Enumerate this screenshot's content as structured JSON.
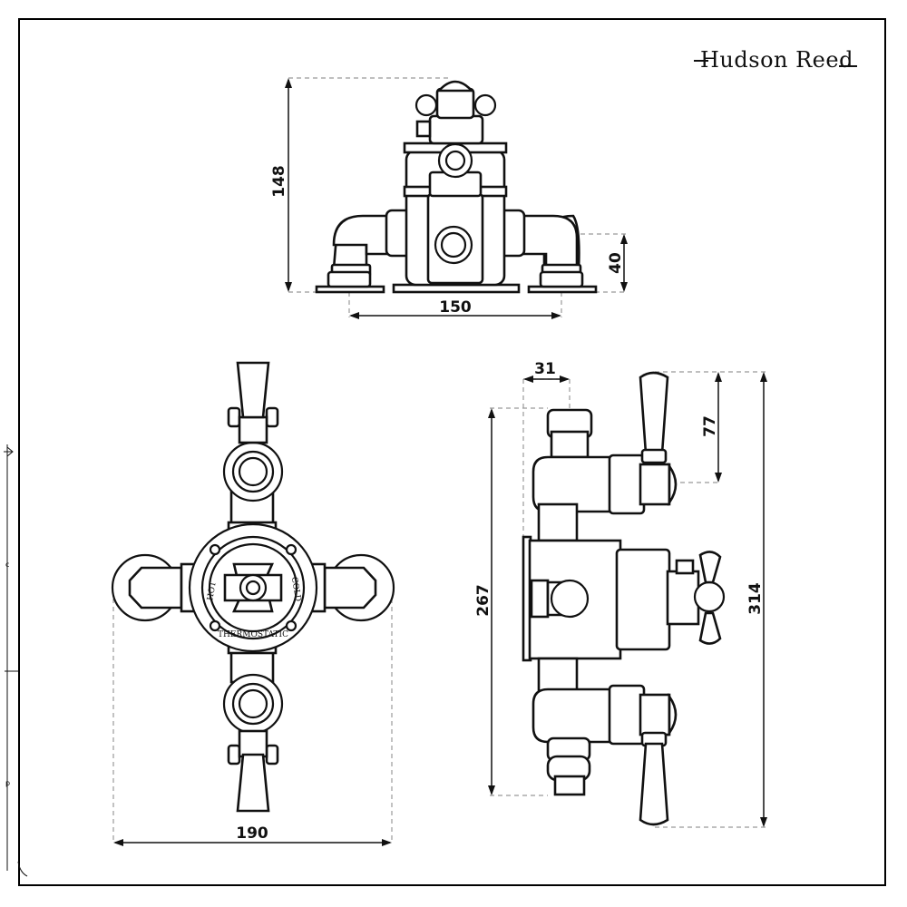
{
  "brand": {
    "name": "Hudson Reed"
  },
  "front_view": {
    "height_label": "148",
    "depth_label": "40",
    "width_label": "150"
  },
  "face_view": {
    "width_label": "190",
    "dial_labels": {
      "hot": "HOT",
      "cold": "COLD",
      "thermostatic": "THERMOSTATIC"
    }
  },
  "side_view": {
    "offset_label": "31",
    "handle_label": "77",
    "body_height_label": "267",
    "overall_height_label": "314"
  },
  "margin_marks": [
    "c",
    "p"
  ]
}
